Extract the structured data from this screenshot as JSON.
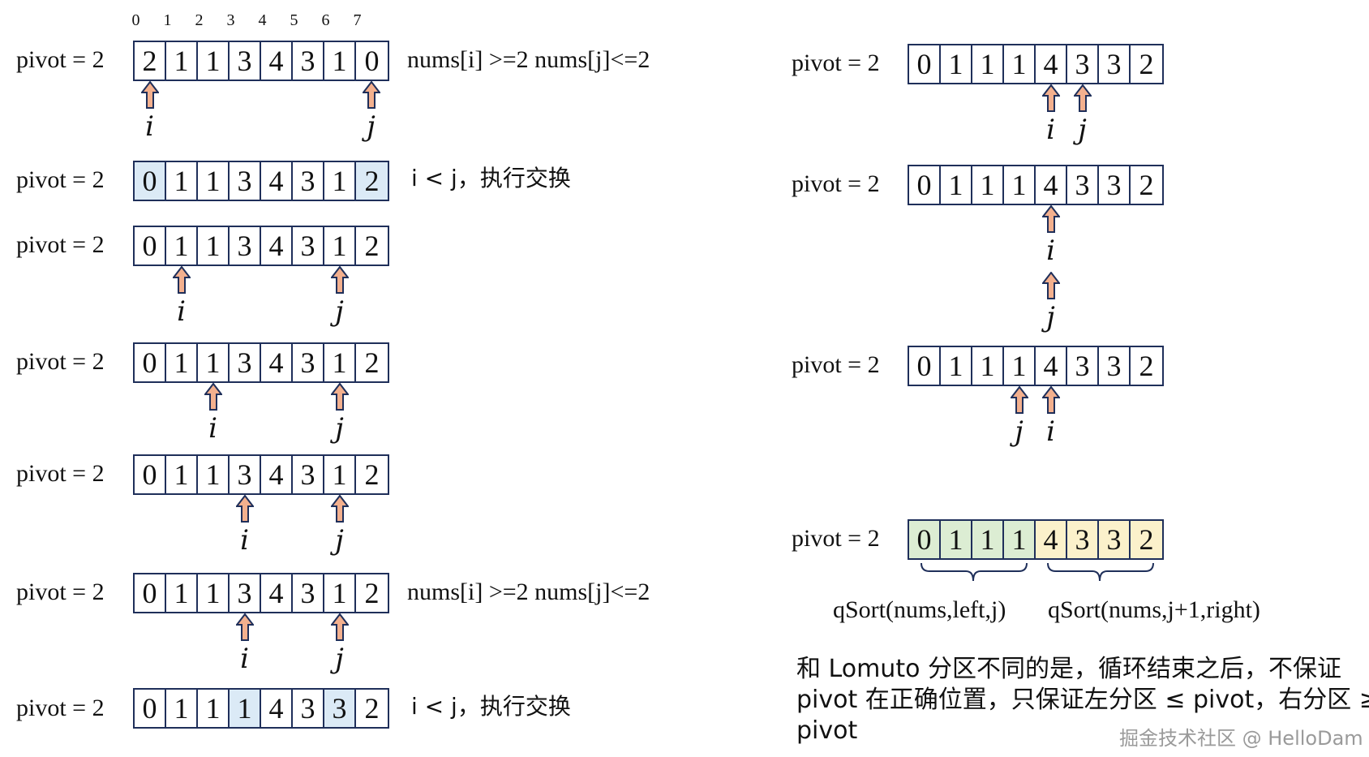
{
  "pivot_text": "pivot = 2",
  "index_labels": [
    "0",
    "1",
    "2",
    "3",
    "4",
    "5",
    "6",
    "7"
  ],
  "left_rows": [
    {
      "values": [
        "2",
        "1",
        "1",
        "3",
        "4",
        "3",
        "1",
        "0"
      ],
      "swap": [],
      "note": "nums[i] >=2  nums[j]<=2",
      "i": 0,
      "j": 7
    },
    {
      "values": [
        "0",
        "1",
        "1",
        "3",
        "4",
        "3",
        "1",
        "2"
      ],
      "swap": [
        0,
        7
      ],
      "note": "i < j，执行交换"
    },
    {
      "values": [
        "0",
        "1",
        "1",
        "3",
        "4",
        "3",
        "1",
        "2"
      ],
      "swap": [],
      "i": 1,
      "j": 6
    },
    {
      "values": [
        "0",
        "1",
        "1",
        "3",
        "4",
        "3",
        "1",
        "2"
      ],
      "swap": [],
      "i": 2,
      "j": 6
    },
    {
      "values": [
        "0",
        "1",
        "1",
        "3",
        "4",
        "3",
        "1",
        "2"
      ],
      "swap": [],
      "i": 3,
      "j": 6
    },
    {
      "values": [
        "0",
        "1",
        "1",
        "3",
        "4",
        "3",
        "1",
        "2"
      ],
      "swap": [],
      "note": "nums[i] >=2  nums[j]<=2",
      "i": 3,
      "j": 6
    },
    {
      "values": [
        "0",
        "1",
        "1",
        "1",
        "4",
        "3",
        "3",
        "2"
      ],
      "swap": [
        3,
        6
      ],
      "note": "i < j，执行交换"
    }
  ],
  "right_rows": [
    {
      "values": [
        "0",
        "1",
        "1",
        "1",
        "4",
        "3",
        "3",
        "2"
      ],
      "i": 4,
      "j": 5
    },
    {
      "values": [
        "0",
        "1",
        "1",
        "1",
        "4",
        "3",
        "3",
        "2"
      ],
      "i": 4,
      "j": 4
    },
    {
      "values": [
        "0",
        "1",
        "1",
        "1",
        "4",
        "3",
        "3",
        "2"
      ],
      "i": 4,
      "j": 3
    },
    {
      "values": [
        "0",
        "1",
        "1",
        "1",
        "4",
        "3",
        "3",
        "2"
      ],
      "green": [
        0,
        1,
        2,
        3
      ],
      "yellow": [
        4,
        5,
        6,
        7
      ]
    }
  ],
  "pointer_i": "i",
  "pointer_j": "j",
  "qsort_left": "qSort(nums,left,j)",
  "qsort_right": "qSort(nums,j+1,right)",
  "paragraph": "和 Lomuto 分区不同的是，循环结束之后，不保证 pivot 在正确位置，只保证左分区 ≤ pivot，右分区 ≥ pivot",
  "watermark": "掘金技术社区 @ HelloDam",
  "colors": {
    "arrow_fill": "#f3b08e",
    "arrow_stroke": "#1f2f5a",
    "swap": "#dbeaf6",
    "green": "#dcedd3",
    "yellow": "#fbf1cb"
  }
}
